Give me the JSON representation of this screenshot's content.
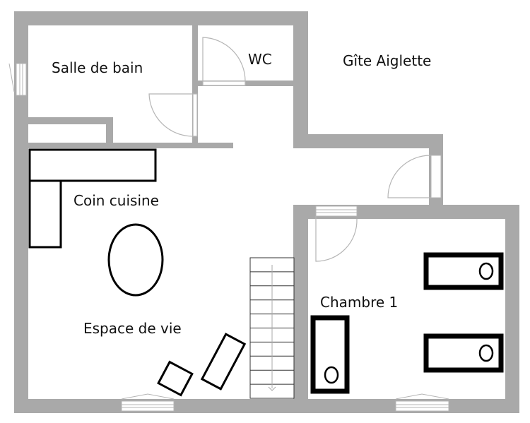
{
  "title": "Gîte Aiglette",
  "rooms": {
    "bathroom": "Salle de bain",
    "wc": "WC",
    "kitchen": "Coin cuisine",
    "living": "Espace de vie",
    "bedroom1": "Chambre 1"
  },
  "colors": {
    "wall": "#a9a9a9",
    "furniture": "#000000"
  }
}
